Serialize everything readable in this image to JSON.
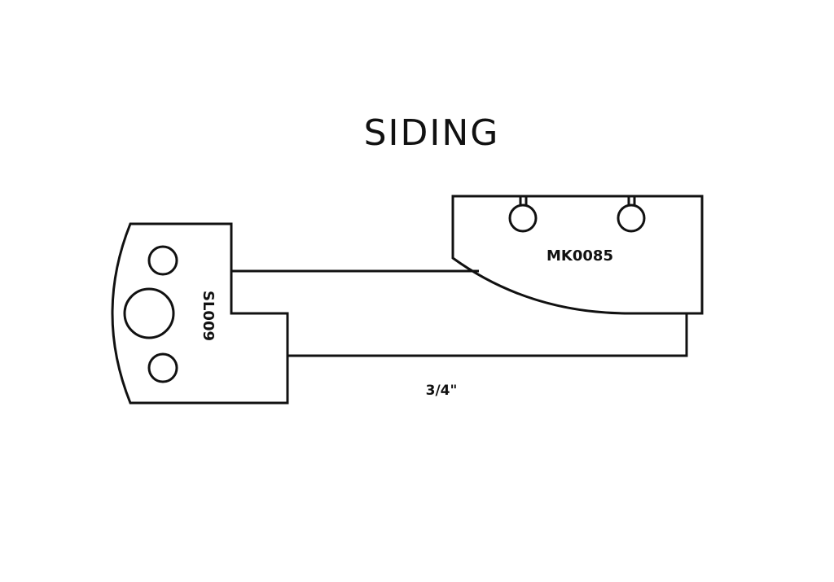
{
  "title": "SIDING",
  "profile": {
    "left_part_code": "SL009",
    "right_part_code": "MK0085",
    "dimension": "3/4\""
  },
  "colors": {
    "stroke": "#111111",
    "background": "#ffffff"
  }
}
